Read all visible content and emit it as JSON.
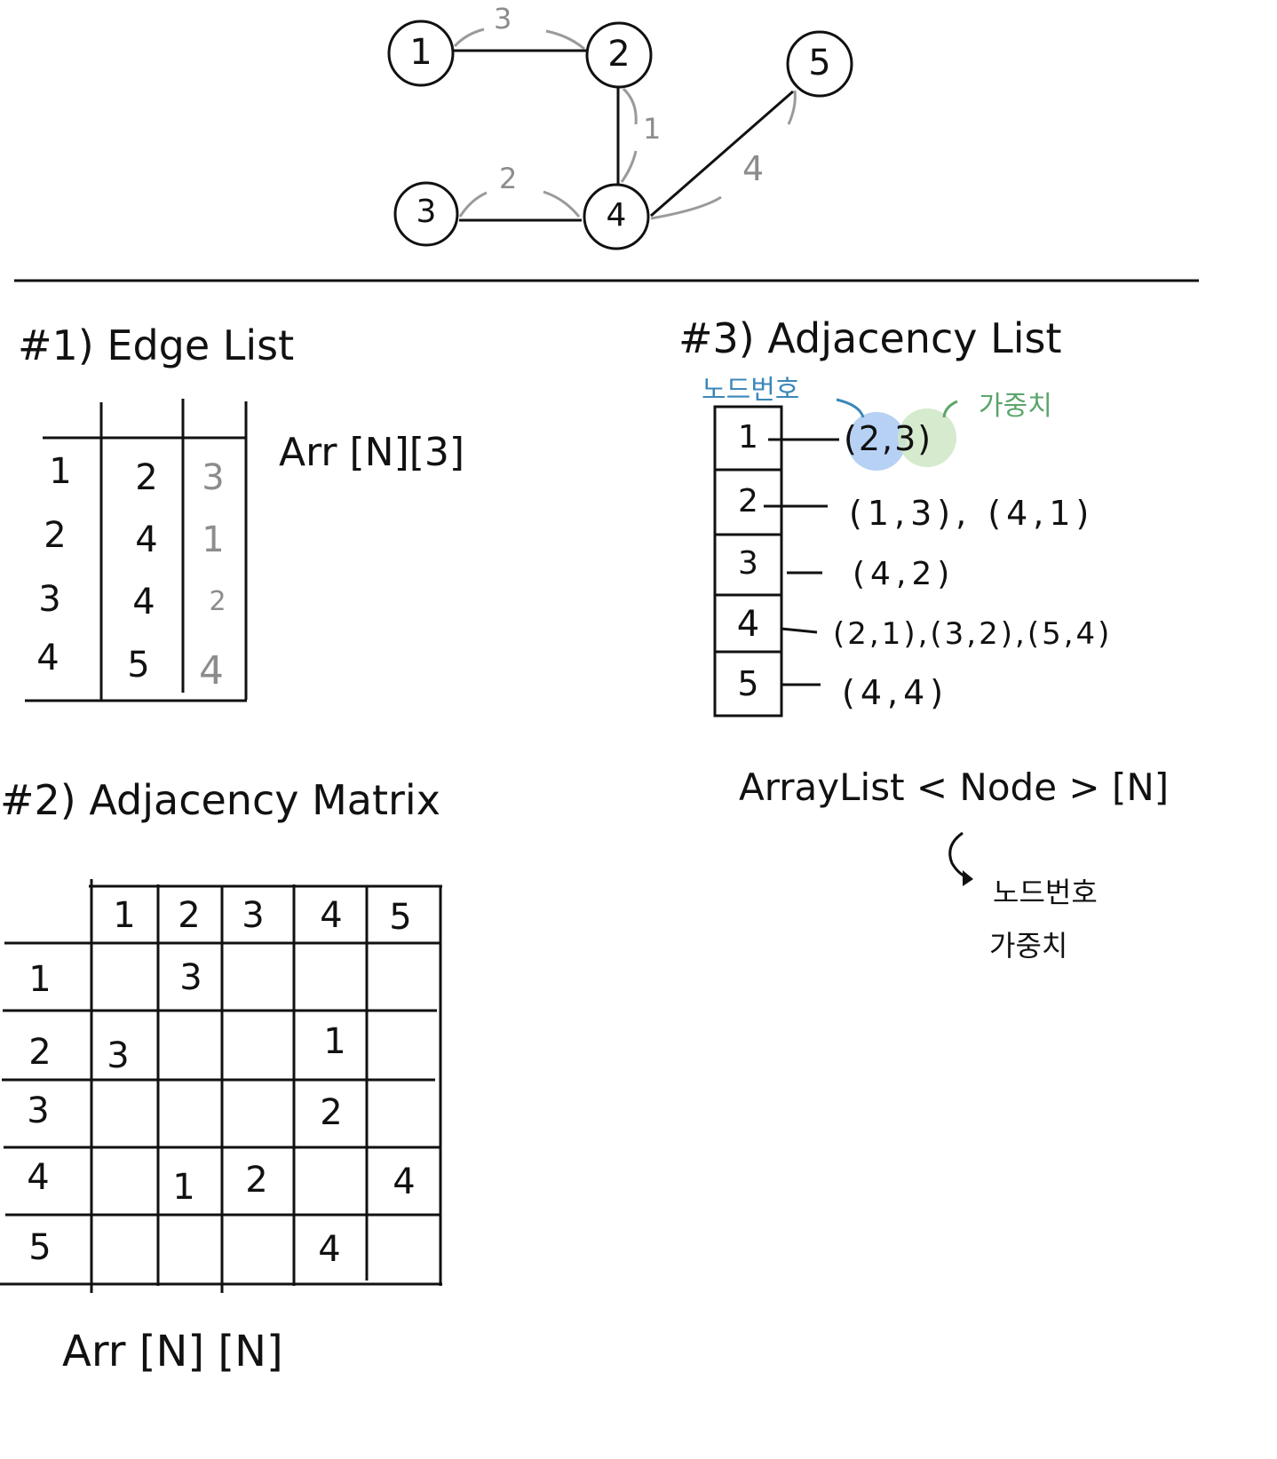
{
  "graph": {
    "nodes": [
      "1",
      "2",
      "3",
      "4",
      "5"
    ],
    "edges": [
      {
        "from": "1",
        "to": "2",
        "weight": "3"
      },
      {
        "from": "2",
        "to": "4",
        "weight": "1"
      },
      {
        "from": "3",
        "to": "4",
        "weight": "2"
      },
      {
        "from": "4",
        "to": "5",
        "weight": "4"
      }
    ]
  },
  "edge_list": {
    "title": "#1) Edge List",
    "rows": [
      [
        "1",
        "2",
        "3"
      ],
      [
        "2",
        "4",
        "1"
      ],
      [
        "3",
        "4",
        "2"
      ],
      [
        "4",
        "5",
        "4"
      ]
    ],
    "decl": "Arr [N][3]"
  },
  "adj_matrix": {
    "title": "#2) Adjacency  Matrix",
    "headers": [
      "1",
      "2",
      "3",
      "4",
      "5"
    ],
    "row_labels": [
      "1",
      "2",
      "3",
      "4",
      "5"
    ],
    "cells": [
      [
        "",
        "3",
        "",
        "",
        ""
      ],
      [
        "3",
        "",
        "",
        "1",
        ""
      ],
      [
        "",
        "",
        "",
        "2",
        ""
      ],
      [
        "",
        "1",
        "2",
        "",
        "4"
      ],
      [
        "",
        "",
        "",
        "4",
        ""
      ]
    ],
    "decl": "Arr [N] [N]"
  },
  "adj_list": {
    "title": "#3) Adjacency  List",
    "node_label": "노드번호",
    "weight_label": "가중치",
    "indices": [
      "1",
      "2",
      "3",
      "4",
      "5"
    ],
    "entries": [
      "(2,3)",
      "(1,3), (4,1)",
      "(4,2)",
      "(2,1),(3,2),(5,4)",
      "(4,4)"
    ],
    "decl": "ArrayList < Node > [N]",
    "node_fields": [
      "노드번호",
      "가중치"
    ],
    "colors": {
      "node_highlight": "#a9c9f2",
      "weight_highlight": "#cfe6c6"
    }
  }
}
